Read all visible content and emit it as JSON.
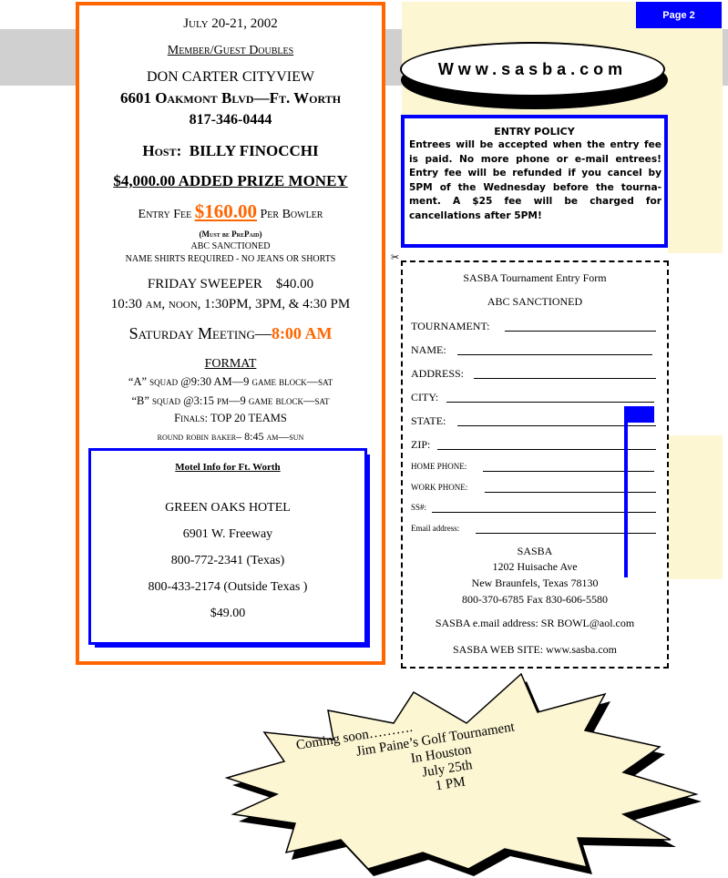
{
  "page_label": "Page 2",
  "event": {
    "date": "July 20-21, 2002",
    "type": "Member/Guest Doubles",
    "venue": "DON CARTER CITYVIEW",
    "address": "6601 Oakmont Blvd—Ft. Worth",
    "phone": "817-346-0444",
    "host_label": "Host:",
    "host_name": "BILLY FINOCCHI",
    "prize": "$4,000.00 ADDED PRIZE MONEY",
    "entry_fee_label": "Entry Fee",
    "entry_fee_amount": "$160.00",
    "entry_fee_suffix": "Per Bowler",
    "must_prepaid": "(Must be PrePaid)",
    "sanctioned": "ABC SANCTIONED",
    "dress_code": "NAME SHIRTS REQUIRED - NO JEANS OR SHORTS",
    "sweeper": "FRIDAY SWEEPER    $40.00",
    "sweeper_times": "10:30 am, noon, 1:30PM, 3PM, & 4:30 PM",
    "meeting_label": "Saturday Meeting—",
    "meeting_time": "8:00 AM",
    "format_heading": "FORMAT",
    "squad_a": "“A” squad @9:30 AM—9 game block—sat",
    "squad_b": "“B” squad @3:15 pm—9 game block—sat",
    "finals": "Finals:  TOP 20 TEAMS",
    "round_robin": "round robin baker– 8:45 am—sun"
  },
  "motel": {
    "title": "Motel Info for Ft. Worth",
    "name": "GREEN OAKS HOTEL",
    "street": "6901 W. Freeway",
    "phone_texas": "800-772-2341 (Texas)",
    "phone_outside": "800-433-2174 (Outside Texas )",
    "price": "$49.00"
  },
  "website_banner": "Www.sasba.com",
  "policy": {
    "title": "ENTRY POLICY",
    "text": "Entrees will be accepted when the entry fee is paid.  No more phone or e-mail entrees!  Entry fee will be refunded if you cancel by 5PM of the Wednesday before the tourna-ment.  A $25 fee will be charged for cancellations after 5PM!"
  },
  "scissors_glyph": "✂",
  "form": {
    "title": "SASBA Tournament Entry Form",
    "sanctioned": "ABC SANCTIONED",
    "fields": [
      "TOURNAMENT:",
      "NAME:",
      "ADDRESS:",
      "CITY:",
      "STATE:",
      "ZIP:",
      "HOME PHONE:",
      "WORK PHONE:",
      "SS#:",
      "Email address:"
    ],
    "org": "SASBA",
    "street": "1202 Huisache Ave",
    "city": "New Braunfels, Texas 78130",
    "phones": "800-370-6785  Fax 830-606-5580",
    "email": "SASBA e.mail address:  SR BOWL@aol.com",
    "website": "SASBA WEB SITE:  www.sasba.com"
  },
  "announcement": {
    "line1": "Coming soon……….",
    "line2": "Jim Paine’s Golf Tournament",
    "line3": "In Houston",
    "line4": "July 25th",
    "line5": "1 PM"
  },
  "colors": {
    "orange": "#ff6600",
    "blue": "#0000ff",
    "cream": "#fdf6d3",
    "gray": "#d0d0d0"
  }
}
